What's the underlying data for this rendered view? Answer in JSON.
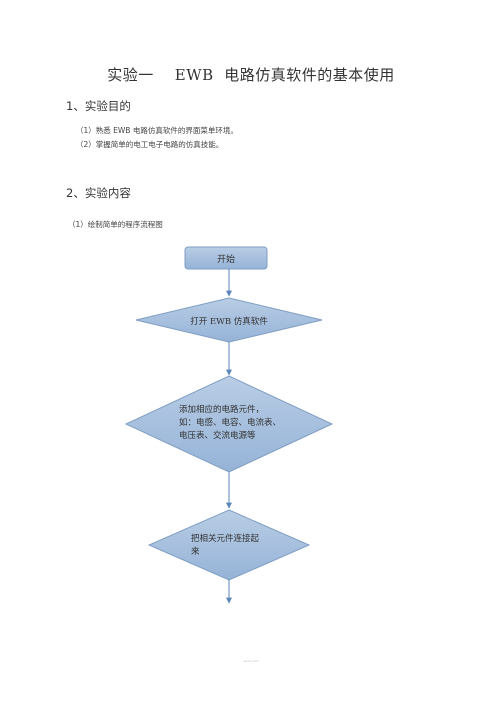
{
  "document": {
    "title": "实验一    EWB  电路仿真软件的基本使用",
    "sections": [
      {
        "heading": "1、实验目的",
        "items": [
          "（1）熟悉 EWB 电路仿真软件的界面菜单环境。",
          "（2）掌握简单的电工电子电路的仿真技能。"
        ]
      },
      {
        "heading": "2、实验内容",
        "items": [
          "（1）绘制简单的程序流程图"
        ]
      }
    ],
    "flowchart": {
      "start": "开始",
      "step1": "打开 EWB 仿真软件",
      "step2_lines": [
        "添加相应的电路元件，",
        "如：电感、电容、电流表、",
        "电压表、交流电源等"
      ],
      "step3_lines": [
        "把相关元件连接起",
        "来"
      ]
    },
    "footer": "word.com"
  },
  "colors": {
    "shape_fill_top": "#b9cde5",
    "shape_fill_bottom": "#95b3d7",
    "shape_stroke": "#7f9ec4",
    "arrow": "#5b86b9"
  }
}
